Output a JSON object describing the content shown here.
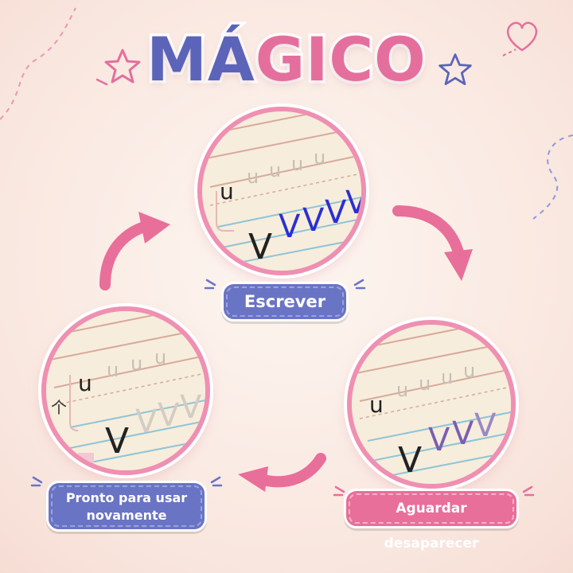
{
  "title": {
    "part_a": "MÁ",
    "part_b": "GICO"
  },
  "colors": {
    "accent_blue": "#5b64b8",
    "accent_pink": "#e46f9d",
    "ring_pink": "#ef8fb1",
    "ink_blue": "#2a2fd1",
    "fading_purple": "#7a5fb0"
  },
  "steps": [
    {
      "id": "write",
      "label": "Escrever",
      "style": "blue",
      "sample": {
        "top_letters": [
          "u",
          "u",
          "u",
          "u",
          "u"
        ],
        "bottom_letters": [
          "V",
          "V",
          "V",
          "V"
        ]
      }
    },
    {
      "id": "wait",
      "label": "Aguardar desaparecer",
      "style": "pink",
      "sample": {
        "top_letters": [
          "u",
          "u",
          "u",
          "u",
          "u"
        ],
        "bottom_letters": [
          "V",
          "V",
          "V",
          "V"
        ]
      }
    },
    {
      "id": "ready",
      "label_line1": "Pronto para usar",
      "label_line2": "novamente",
      "style": "blue",
      "sample": {
        "top_letters": [
          "u",
          "u",
          "u",
          "u"
        ],
        "bottom_letters": [
          "V",
          "V",
          "V",
          "V"
        ],
        "side_glyph": "个"
      }
    }
  ],
  "icons": {
    "decorations": [
      "star-outline-pink-icon",
      "star-outline-blue-icon",
      "heart-outline-icon",
      "sparkle-icon"
    ],
    "flow": [
      "curved-arrow-icon"
    ]
  }
}
